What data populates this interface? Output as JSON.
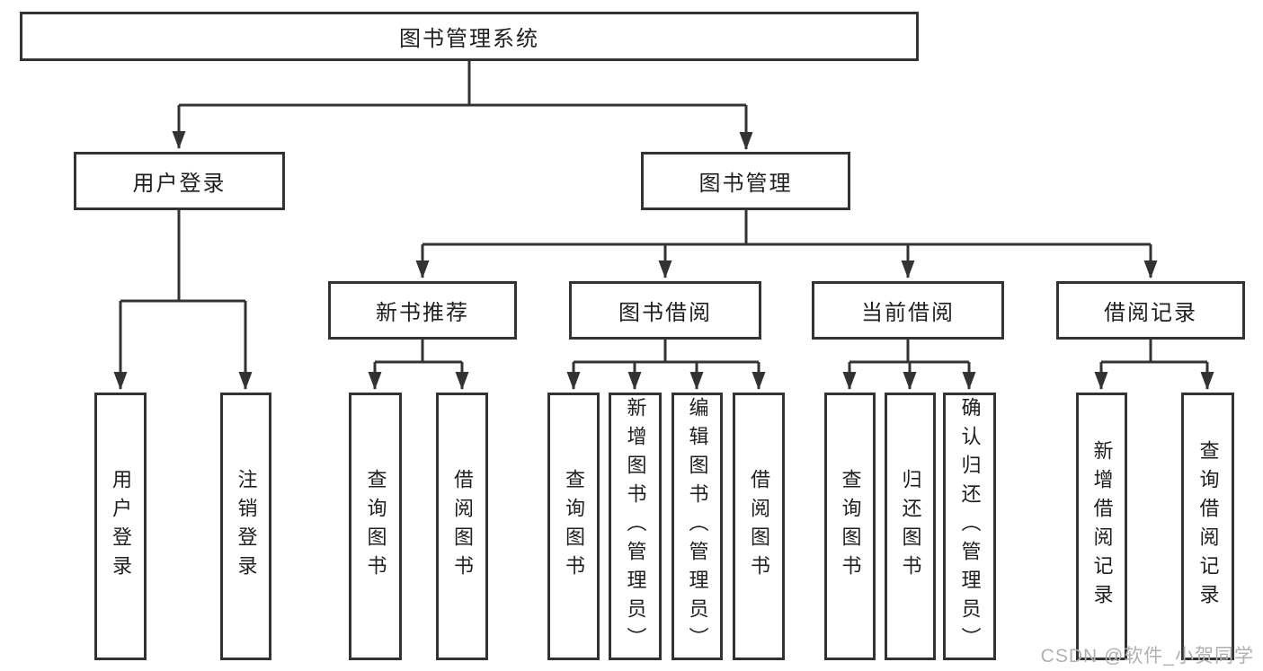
{
  "colors": {
    "line": "#333333",
    "text": "#1f1f1f",
    "box_background": "#ffffff",
    "page_background": "#ffffff",
    "watermark": "#b0b0b0"
  },
  "watermark": {
    "text": "CSDN @软件_小贺同学"
  },
  "tree": {
    "label": "图书管理系统",
    "children": [
      {
        "label": "用户登录",
        "children": [
          {
            "label": "用户登录"
          },
          {
            "label": "注销登录"
          }
        ]
      },
      {
        "label": "图书管理",
        "children": [
          {
            "label": "新书推荐",
            "children": [
              {
                "label": "查询图书"
              },
              {
                "label": "借阅图书"
              }
            ]
          },
          {
            "label": "图书借阅",
            "children": [
              {
                "label": "查询图书"
              },
              {
                "label": "新增图书（管理员）"
              },
              {
                "label": "编辑图书（管理员）"
              },
              {
                "label": "借阅图书"
              }
            ]
          },
          {
            "label": "当前借阅",
            "children": [
              {
                "label": "查询图书"
              },
              {
                "label": "归还图书"
              },
              {
                "label": "确认归还（管理员）"
              }
            ]
          },
          {
            "label": "借阅记录",
            "children": [
              {
                "label": "新增借阅记录"
              },
              {
                "label": "查询借阅记录"
              }
            ]
          }
        ]
      }
    ]
  }
}
